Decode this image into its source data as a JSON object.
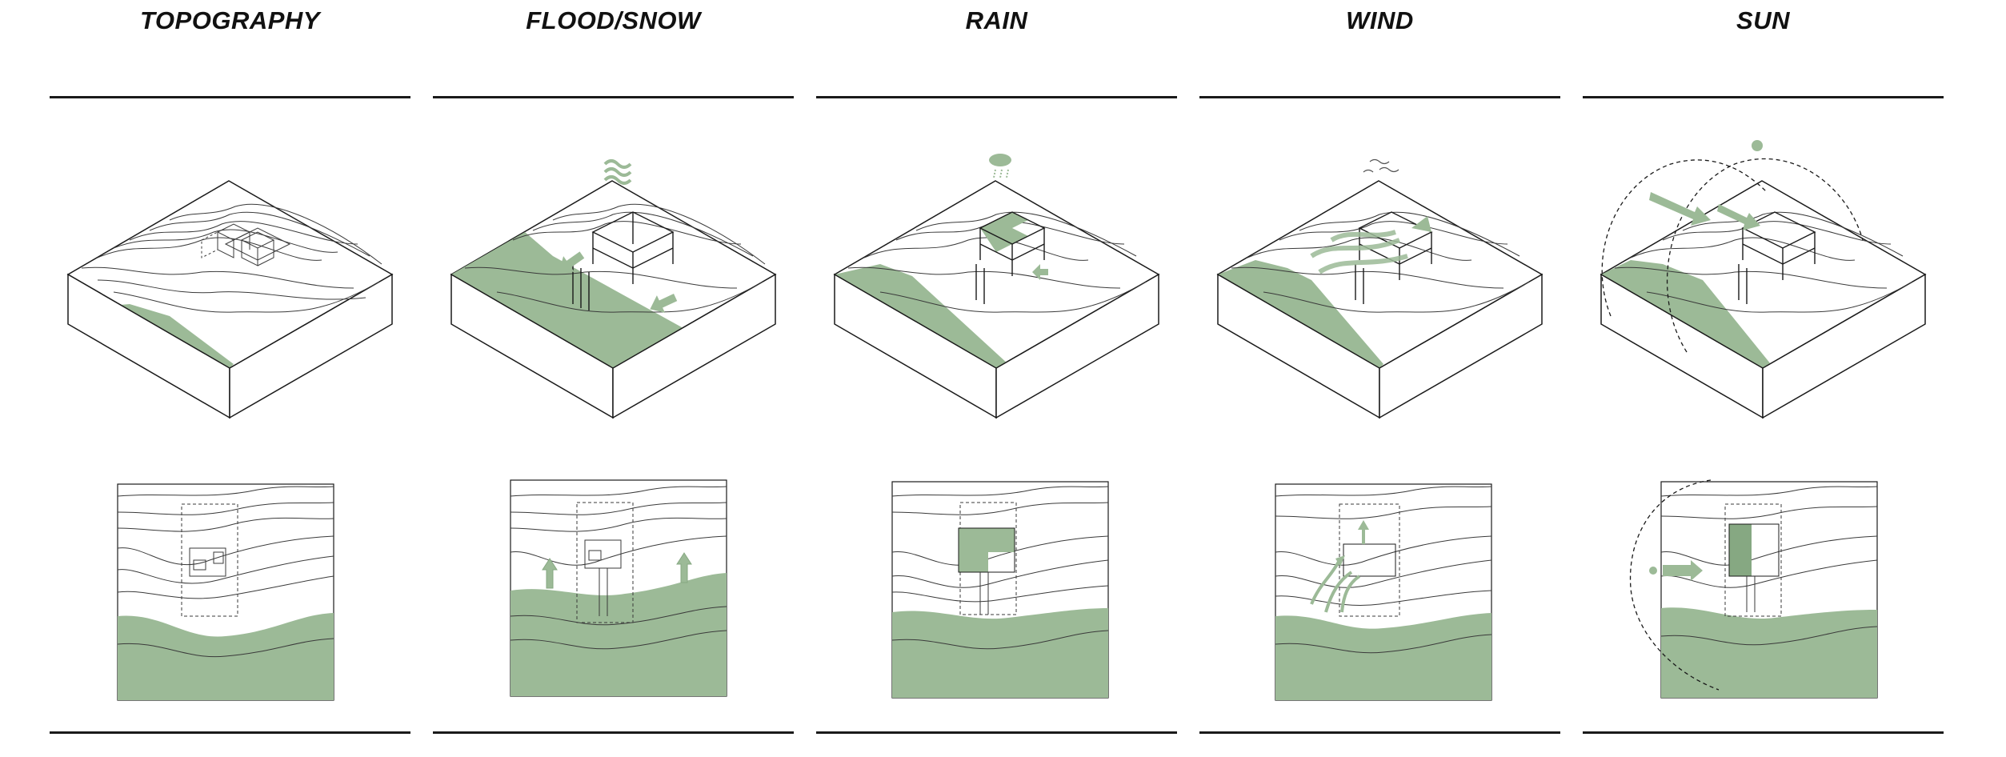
{
  "colors": {
    "green": "#9cba97",
    "green_dark": "#86a882",
    "line": "#1a1a1a",
    "contour": "#3a3a3a"
  },
  "panels": [
    {
      "key": "topography",
      "title": "TOPOGRAPHY"
    },
    {
      "key": "flood",
      "title": "FLOOD/SNOW"
    },
    {
      "key": "rain",
      "title": "RAIN"
    },
    {
      "key": "wind",
      "title": "WIND"
    },
    {
      "key": "sun",
      "title": "SUN"
    }
  ]
}
